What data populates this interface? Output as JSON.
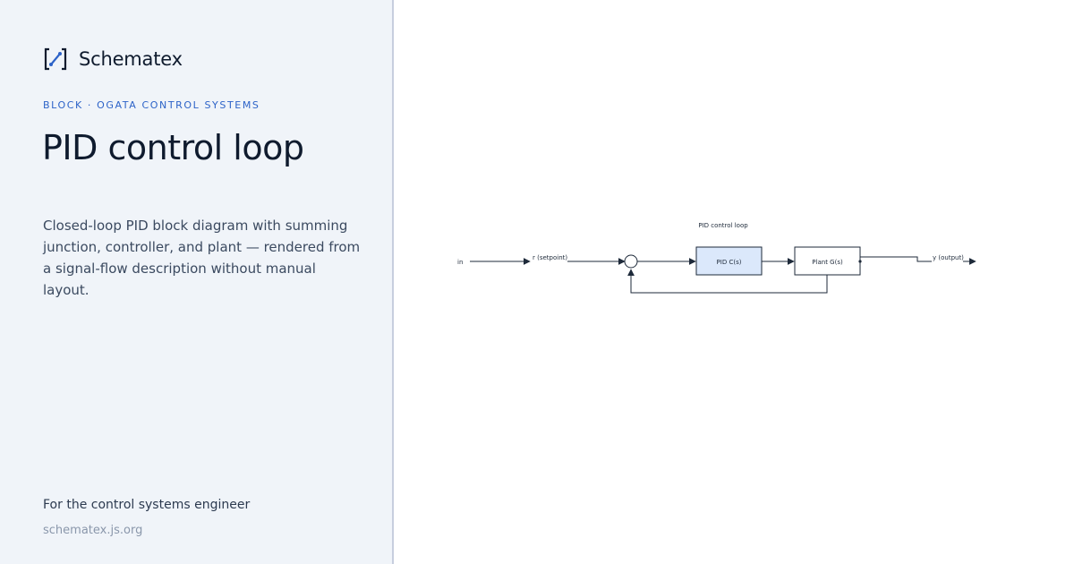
{
  "brand": {
    "name": "Schematex",
    "icon": "bracket-slash-logo-icon"
  },
  "eyebrow": "BLOCK · OGATA CONTROL SYSTEMS",
  "title": "PID control loop",
  "description": "Closed-loop PID block diagram with summing junction, controller, and plant — rendered from a signal-flow description without manual layout.",
  "footer": {
    "audience": "For the control systems engineer",
    "site": "schematex.js.org"
  },
  "diagram": {
    "title": "PID control loop",
    "input_label": "in",
    "setpoint_label": "r (setpoint)",
    "output_label": "y (output)",
    "controller_label": "PID C(s)",
    "plant_label": "Plant G(s)",
    "controller_fill": "#dbe8fb",
    "plant_fill": "#ffffff",
    "stroke_color": "#1e2a3a"
  },
  "colors": {
    "left_panel_bg": "#f0f4f9",
    "accent": "#2d63c8",
    "divider": "#c7cede"
  }
}
